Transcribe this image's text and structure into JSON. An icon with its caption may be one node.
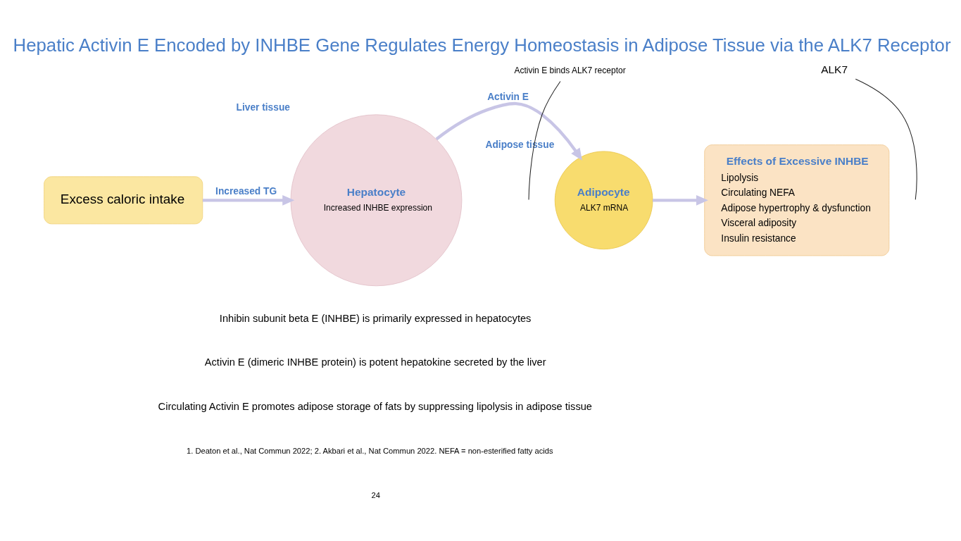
{
  "diagram": {
    "title": "Hepatic Activin E Encoded by INHBE Gene Regulates Energy Homeostasis in Adipose Tissue via the ALK7 Receptor",
    "nodes": [
      {
        "text": [
          "Excess caloric intake"
        ]
      },
      {
        "text": [
          "Hepatocyte",
          "Increased INHBE expression"
        ],
        "beside": [
          "Liver tissue"
        ]
      },
      {
        "text": [
          "Adipocyte",
          "ALK7 mRNA"
        ],
        "beside": [
          "Adipose tissue"
        ]
      },
      {
        "text": [
          "Activin E binds ALK7 receptor"
        ]
      },
      {
        "text": [
          "ALK7"
        ]
      },
      {
        "text": [
          "Effects of Excessive INHBE",
          "Lipolysis",
          "Circulating NEFA",
          "Adipose hypertrophy & dysfunction",
          "Visceral adiposity",
          "Insulin resistance"
        ]
      }
    ],
    "edges": [
      {
        "from": 0,
        "to": 1,
        "arrow": "to",
        "label": "Increased TG"
      },
      {
        "from": 1,
        "to": 2,
        "arrow": "to",
        "label": "Activin E"
      },
      {
        "from": 2,
        "to": 5,
        "arrow": "to"
      },
      {
        "from": 3,
        "to": null,
        "arrow": "none",
        "color": "#222222"
      },
      {
        "from": 4,
        "to": null,
        "arrow": "none",
        "color": "#222222"
      }
    ],
    "labels": [
      "Inhibin subunit beta E (INHBE) is primarily expressed in hepatocytes",
      "Activin E (dimeric INHBE protein) is potent hepatokine secreted by the liver",
      "Circulating Activin E promotes adipose storage of fats by suppressing lipolysis in adipose tissue",
      "1. Deaton et al., Nat Commun 2022; 2. Akbari et al., Nat Commun 2022. NEFA = non-esterified fatty acids",
      "24"
    ]
  }
}
